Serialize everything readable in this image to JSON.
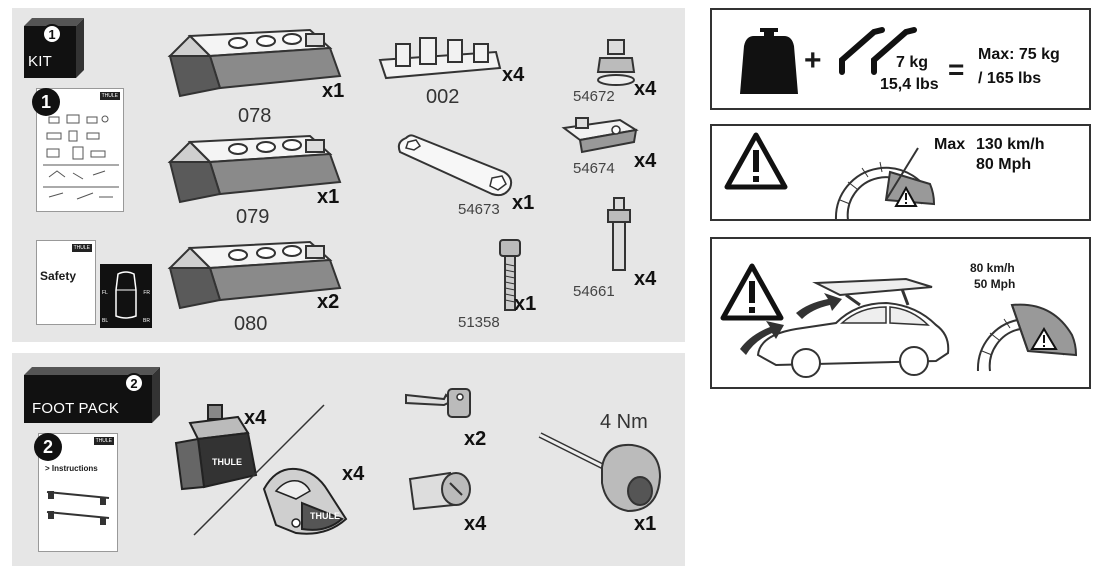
{
  "kit": {
    "label": "KIT",
    "step": "1",
    "manual_step": "1",
    "parts": [
      {
        "number": "078",
        "qty": "x1"
      },
      {
        "number": "079",
        "qty": "x1"
      },
      {
        "number": "080",
        "qty": "x2"
      },
      {
        "number": "002",
        "qty": "x4"
      },
      {
        "number": "54673",
        "qty": "x1"
      },
      {
        "number": "51358",
        "qty": "x1"
      },
      {
        "number": "54672",
        "qty": "x4"
      },
      {
        "number": "54674",
        "qty": "x4"
      },
      {
        "number": "54661",
        "qty": "x4"
      }
    ],
    "safety_booklet": "Safety",
    "positions": [
      "FL",
      "FR",
      "BL",
      "BR"
    ]
  },
  "foot_pack": {
    "label": "FOOT PACK",
    "step": "2",
    "manual_step": "2",
    "instructions_label": "> Instructions",
    "torque": "4 Nm",
    "items": [
      {
        "name": "foot-evo",
        "qty": "x4"
      },
      {
        "name": "foot-edge",
        "qty": "x4"
      },
      {
        "name": "key",
        "qty": "x2"
      },
      {
        "name": "lock-cylinder",
        "qty": "x4"
      },
      {
        "name": "torque-tool",
        "qty": "x1"
      }
    ],
    "brand": "THULE"
  },
  "load": {
    "bar_weight": "7 kg",
    "bar_weight_lbs": "15,4 lbs",
    "max_line1": "Max: 75 kg",
    "max_line2": "/ 165 lbs",
    "plus": "+",
    "equals": "="
  },
  "speed1": {
    "max_label": "Max",
    "kmh": "130 km/h",
    "mph": "80 Mph"
  },
  "speed2": {
    "kmh": "80 km/h",
    "mph": "50 Mph"
  }
}
